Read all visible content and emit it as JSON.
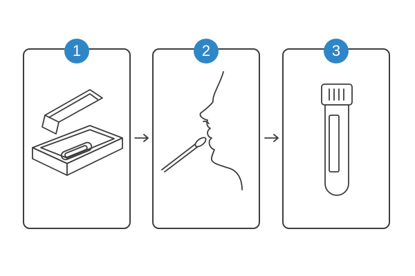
{
  "steps": [
    {
      "number": "1",
      "icon": "test-kit-box-icon"
    },
    {
      "number": "2",
      "icon": "nasal-swab-icon"
    },
    {
      "number": "3",
      "icon": "sample-tube-icon"
    }
  ],
  "colors": {
    "badge": "#2f86c6",
    "stroke": "#3d3d3d",
    "badge_text": "#ffffff"
  }
}
